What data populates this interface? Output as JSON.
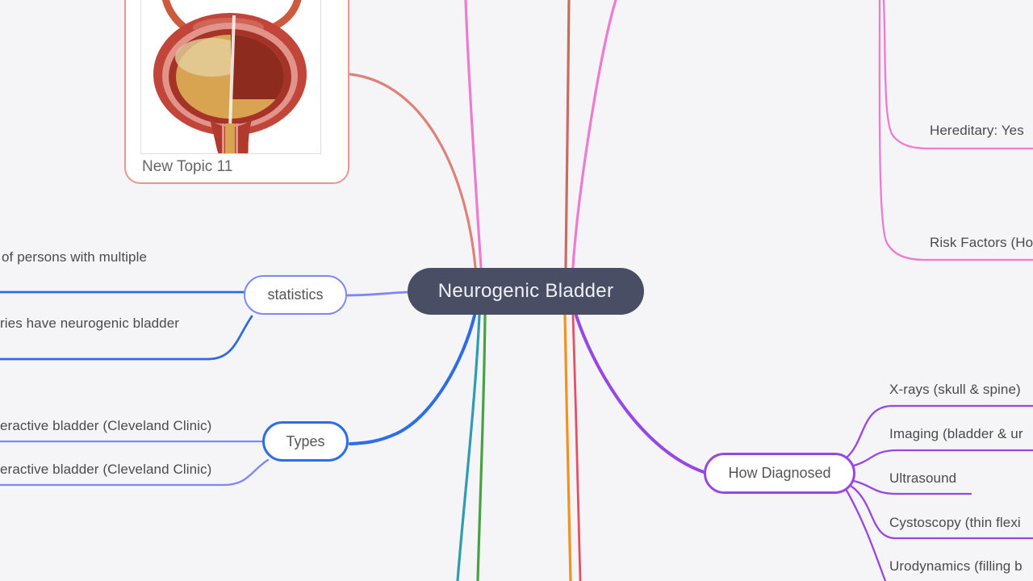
{
  "app": {
    "background_color": "#f5f4f6",
    "type_note": "mind map view"
  },
  "root": {
    "label": "Neurogenic Bladder",
    "fill": "#4a4e64",
    "text_color": "#eef0f6"
  },
  "nodes": {
    "statistics": {
      "label": "statistics",
      "border_color": "#7d88f3"
    },
    "types": {
      "label": "Types",
      "border_color": "#2d6ee8"
    },
    "how_diagnosed": {
      "label": "How Diagnosed",
      "border_color": "#9747e6"
    },
    "topic_card": {
      "label": "New Topic 11",
      "border_color": "#ef948c",
      "image": "bladder-cross-section-medical-illustration"
    }
  },
  "leaves": {
    "statistics_children": [
      {
        "label": "of persons with multiple"
      },
      {
        "label": "ries have neurogenic bladder"
      }
    ],
    "types_children": [
      {
        "label": "eractive bladder (Cleveland Clinic)"
      },
      {
        "label": "eractive bladder (Cleveland Clinic)"
      }
    ],
    "how_diagnosed_children": [
      {
        "label": "X-rays (skull & spine)"
      },
      {
        "label": "Imaging (bladder & ur"
      },
      {
        "label": "Ultrasound"
      },
      {
        "label": "Cystoscopy (thin flexi"
      },
      {
        "label": "Urodynamics (filling b"
      }
    ],
    "pink_branch_children": [
      {
        "label": "Hereditary: Yes"
      },
      {
        "label": "Risk Factors (Ho"
      }
    ]
  },
  "branches": {
    "blue_child": "#2f6ce2",
    "periwinkle": "#7d88f3",
    "blue": "#2d6ee8",
    "purple": "#9747e6",
    "pink": "#ee7bd0",
    "salmon": "#e0807a",
    "brick": "#c96b5f",
    "teal": "#2f9cb2",
    "green": "#46a244",
    "orange": "#f0921e",
    "crimson": "#e84f66"
  },
  "leaf_text_color": "#4b4b4b"
}
